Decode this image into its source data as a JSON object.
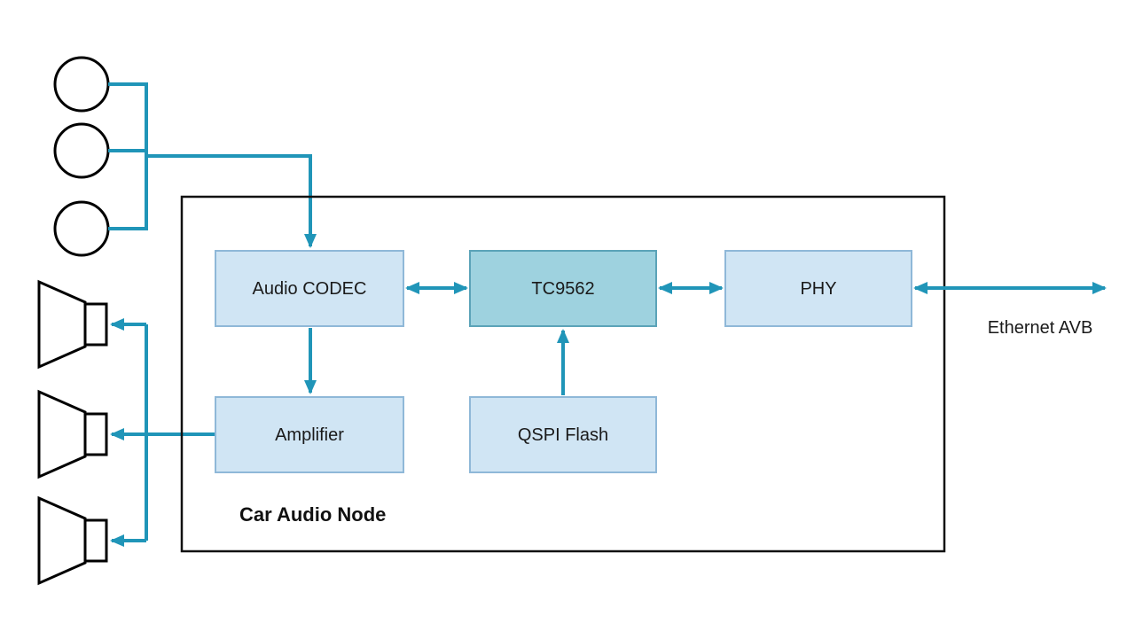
{
  "diagram": {
    "title": "Car Audio Node",
    "external_label": "Ethernet AVB",
    "blocks": {
      "audio_codec": "Audio CODEC",
      "tc9562": "TC9562",
      "phy": "PHY",
      "amplifier": "Amplifier",
      "qspi_flash": "QSPI Flash"
    },
    "icons": {
      "microphone": "circle-outline",
      "speaker": "speaker-cone-outline"
    },
    "colors": {
      "arrow": "#2095b8",
      "block_fill": "#d0e5f4",
      "block_border": "#8fb8d8",
      "highlight_fill": "#9ed2df",
      "highlight_border": "#5ba3b8",
      "shape_outline": "#000000",
      "container_border": "#111111",
      "background": "#ffffff"
    }
  }
}
